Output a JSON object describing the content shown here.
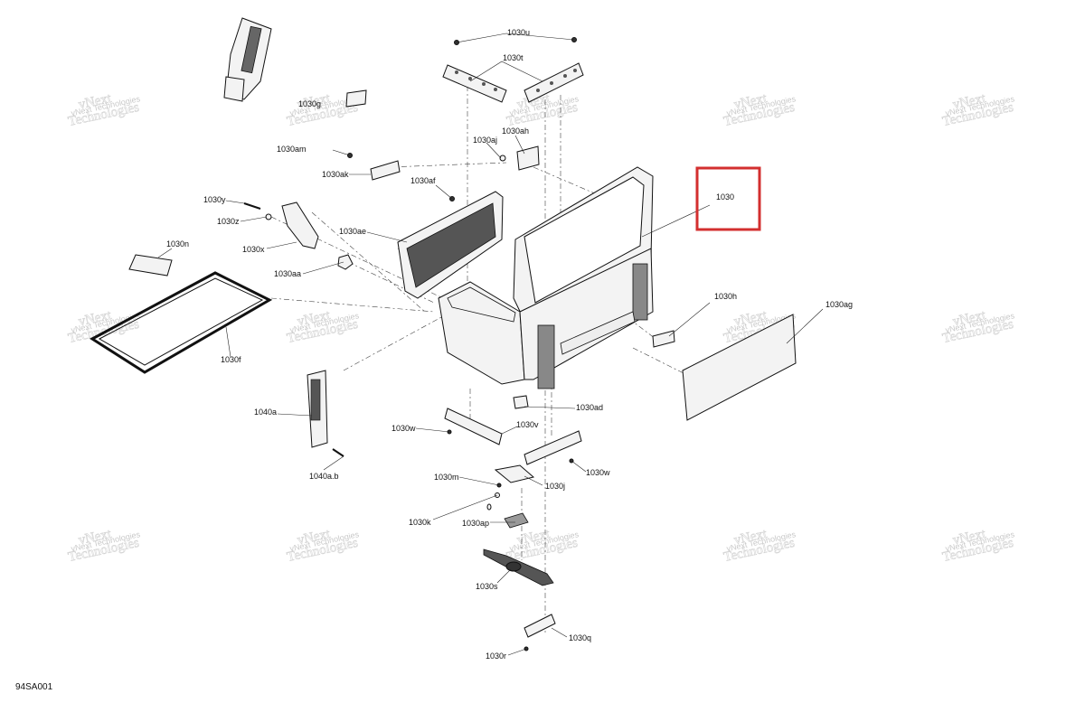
{
  "diagram": {
    "part_labels": {
      "p1030": "1030",
      "p1030u": "1030u",
      "p1030t": "1030t",
      "p1030g": "1030g",
      "p1030am": "1030am",
      "p1030aj": "1030aj",
      "p1030ah": "1030ah",
      "p1030ak": "1030ak",
      "p1030af": "1030af",
      "p1030y": "1030y",
      "p1030z": "1030z",
      "p1030ae": "1030ae",
      "p1030x": "1030x",
      "p1030n": "1030n",
      "p1030aa": "1030aa",
      "p1030h": "1030h",
      "p1030ag": "1030ag",
      "p1030f": "1030f",
      "p1040a": "1040a",
      "p1030ad": "1030ad",
      "p1030v": "1030v",
      "p1030w_left": "1030w",
      "p1030w_right": "1030w",
      "p1040ab": "1040a.b",
      "p1030m": "1030m",
      "p1030j": "1030j",
      "p1030k": "1030k",
      "p1030ap": "1030ap",
      "p1030s": "1030s",
      "p1030q": "1030q",
      "p1030r": "1030r"
    },
    "watermark": {
      "line1": "vNext",
      "line2": "Technologies",
      "small": "vNext Technologies"
    },
    "drawing_id": "94SA001",
    "highlight_color": "#d32f2f"
  }
}
